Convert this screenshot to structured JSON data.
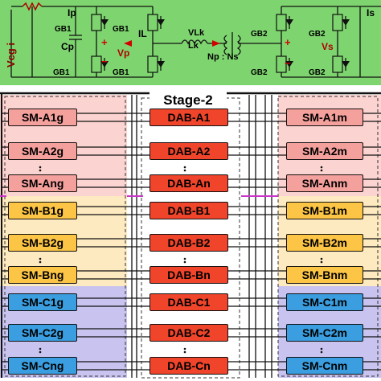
{
  "circuit": {
    "vsource_label": "Vcg i",
    "ip_label": "Ip",
    "cp_label": "Cp",
    "il_label": "IL",
    "vp_label": "Vp",
    "vlk_label": "VLk",
    "lk_label": "Lk",
    "ratio_label": "Np : Ns",
    "vs_label": "Vs",
    "is_label": "Is",
    "gate_labels": {
      "p_top_left": "GB1",
      "p_top_right": "GB1",
      "p_bottom_left": "GB1",
      "p_bottom_right": "GB1",
      "s_top_left": "GB2",
      "s_top_right": "GB2",
      "s_bottom_left": "GB2",
      "s_bottom_right": "GB2"
    },
    "plus_sign": "+",
    "minus_sign": "−",
    "background_color": "#7ed56f"
  },
  "stage": {
    "title": "Stage-2"
  },
  "groups": [
    {
      "phase": "A",
      "color": "#f4a09c",
      "band_color": "#fbd3d0",
      "left": [
        "SM-A1g",
        "SM-A2g",
        "SM-Ang"
      ],
      "center": [
        "DAB-A1",
        "DAB-A2",
        "DAB-An"
      ],
      "right": [
        "SM-A1m",
        "SM-A2m",
        "SM-Anm"
      ]
    },
    {
      "phase": "B",
      "color": "#fcc545",
      "band_color": "#fdeac0",
      "left": [
        "SM-B1g",
        "SM-B2g",
        "SM-Bng"
      ],
      "center": [
        "DAB-B1",
        "DAB-B2",
        "DAB-Bn"
      ],
      "right": [
        "SM-B1m",
        "SM-B2m",
        "SM-Bnm"
      ]
    },
    {
      "phase": "C",
      "color": "#3a9ee0",
      "band_color": "#c9c3f0",
      "left": [
        "SM-C1g",
        "SM-C2g",
        "SM-Cng"
      ],
      "center": [
        "DAB-C1",
        "DAB-C2",
        "DAB-Cn"
      ],
      "right": [
        "SM-C1m",
        "SM-C2m",
        "SM-Cnm"
      ]
    }
  ],
  "dab_color": "#f0452b",
  "highlight_color": "#cc33cc"
}
